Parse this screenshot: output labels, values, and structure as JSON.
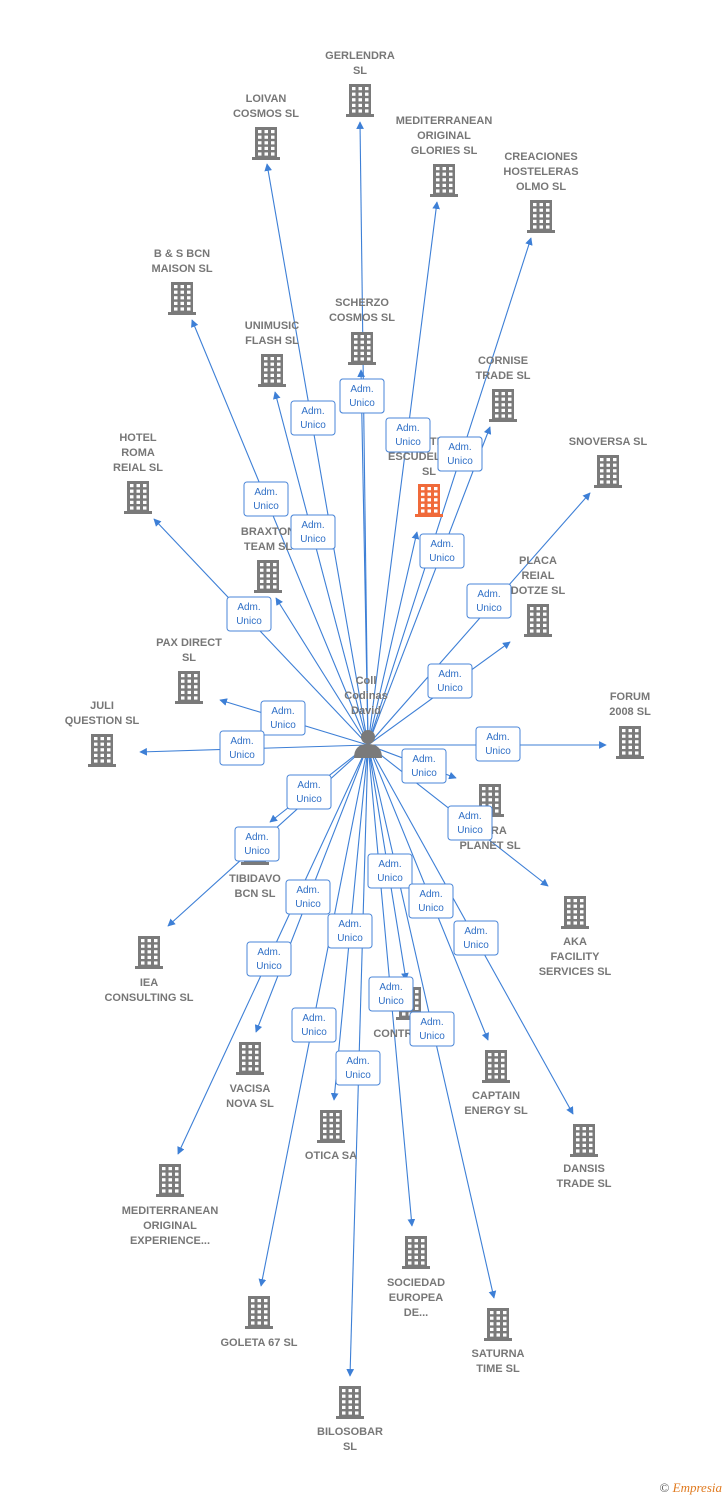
{
  "center": {
    "name": "Coll\nCodinas\nDavid"
  },
  "edge_label": "Adm.\nUnico",
  "nodes": [
    {
      "name": "GERLENDRA\nSL",
      "highlight": false
    },
    {
      "name": "LOIVAN\nCOSMOS SL",
      "highlight": false
    },
    {
      "name": "MEDITERRANEAN\nORIGINAL\nGLORIES  SL",
      "highlight": false
    },
    {
      "name": "CREACIONES\nHOSTELERAS\nOLMO SL",
      "highlight": false
    },
    {
      "name": "B & S BCN\nMAISON  SL",
      "highlight": false
    },
    {
      "name": "SCHERZO\nCOSMOS SL",
      "highlight": false
    },
    {
      "name": "UNIMUSIC\nFLASH  SL",
      "highlight": false
    },
    {
      "name": "CORNISE\nTRADE  SL",
      "highlight": false
    },
    {
      "name": "...ESTRE\nESCUDELLERS\nSL",
      "highlight": true
    },
    {
      "name": "SNOVERSA SL",
      "highlight": false
    },
    {
      "name": "HOTEL\nROMA\nREIAL SL",
      "highlight": false
    },
    {
      "name": "BRAXTON\nTEAM SL",
      "highlight": false
    },
    {
      "name": "PLACA\nREIAL\nDOTZE SL",
      "highlight": false
    },
    {
      "name": "PAX DIRECT\nSL",
      "highlight": false
    },
    {
      "name": "JULI\nQUESTION  SL",
      "highlight": false
    },
    {
      "name": "FORUM\n2008  SL",
      "highlight": false
    },
    {
      "name": "...ORA\nPLANET SL",
      "highlight": false
    },
    {
      "name": "TIBIDAVO\nBCN SL",
      "highlight": false
    },
    {
      "name": "AKA\nFACILITY\nSERVICES  SL",
      "highlight": false
    },
    {
      "name": "IEA\nCONSULTING SL",
      "highlight": false
    },
    {
      "name": "CONTRA...  SL",
      "highlight": false
    },
    {
      "name": "VACISA\nNOVA SL",
      "highlight": false
    },
    {
      "name": "CAPTAIN\nENERGY SL",
      "highlight": false
    },
    {
      "name": "OTICA SA",
      "highlight": false
    },
    {
      "name": "DANSIS\nTRADE  SL",
      "highlight": false
    },
    {
      "name": "MEDITERRANEAN\nORIGINAL\nEXPERIENCE...",
      "highlight": false
    },
    {
      "name": "SOCIEDAD\nEUROPEA\nDE...",
      "highlight": false
    },
    {
      "name": "GOLETA 67  SL",
      "highlight": false
    },
    {
      "name": "SATURNA\nTIME SL",
      "highlight": false
    },
    {
      "name": "BILOSOBAR\nSL",
      "highlight": false
    }
  ],
  "colors": {
    "edge": "#3d7fd6",
    "building": "#7a7a7a",
    "highlight": "#f06a3a",
    "label": "#777777"
  },
  "icons": {
    "company": "building-icon",
    "person": "person-icon"
  },
  "footer": {
    "copyright": "©",
    "brand": "Empresia"
  }
}
